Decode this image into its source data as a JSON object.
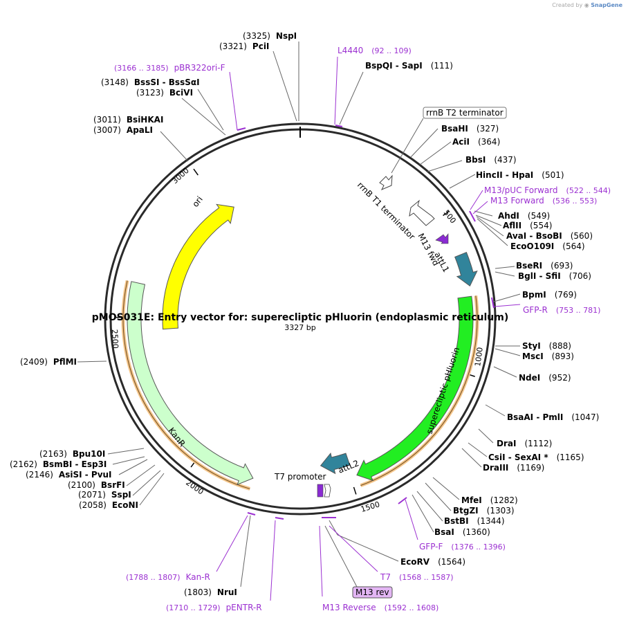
{
  "credit": {
    "prefix": "Created by",
    "brand": "SnapGene"
  },
  "title": "pMOS031E: Entry vector for: superecliptic pHluorin (endoplasmic reticulum)",
  "length_label": "3327 bp",
  "total_bp": 3327,
  "colors": {
    "ring": "#2a2a2a",
    "primer": "#9b30d1",
    "enzyme": "#000000",
    "ori": "#ffff00",
    "kanr": "#ccffcc",
    "gfp": "#22ee22",
    "att": "#31849b",
    "orf_highlight": "#f4c58a",
    "m13fwd_arrow": "#8a2bd2"
  },
  "tick_labels": [
    "500",
    "1000",
    "1500",
    "2000",
    "2500",
    "3000"
  ],
  "ticks": [
    500,
    1000,
    1500,
    2000,
    2500,
    3000
  ],
  "features": [
    {
      "name": "ori",
      "start": 2456,
      "end": 3044,
      "direction": "cw",
      "radius": 188,
      "width": 22,
      "color": "#ffff00",
      "label": "ori"
    },
    {
      "name": "KanR",
      "start": 1816,
      "end": 2611,
      "direction": "ccw",
      "radius": 240,
      "width": 20,
      "color": "#ccffcc",
      "label": "KanR",
      "orf": true
    },
    {
      "name": "superecliptic pHluorin",
      "start": 762,
      "end": 1479,
      "direction": "cw",
      "radius": 240,
      "width": 20,
      "color": "#22ee22",
      "label": "superecliptic pHluorin",
      "orf": true
    },
    {
      "name": "attL1",
      "start": 630,
      "end": 730,
      "direction": "cw",
      "radius": 250,
      "width": 18,
      "color": "#31849b",
      "label": "attL1"
    },
    {
      "name": "attL2",
      "start": 1490,
      "end": 1590,
      "direction": "cw",
      "radius": 214,
      "width": 18,
      "color": "#31849b",
      "label": "attL2"
    }
  ],
  "small_features": [
    {
      "label": "rrnB T1 terminator"
    },
    {
      "label": "T7 promoter"
    },
    {
      "label": "M13 fwd"
    }
  ],
  "enzymes": [
    {
      "name": "NspI",
      "pos": "(3325)"
    },
    {
      "name": "PciI",
      "pos": "(3321)"
    },
    {
      "name": "BspQI  -  SapI",
      "pos": "(111)"
    },
    {
      "name": "BssSI  -  BssSαI",
      "pos": "(3148)"
    },
    {
      "name": "BciVI",
      "pos": "(3123)"
    },
    {
      "name": "BsiHKAI",
      "pos": "(3011)"
    },
    {
      "name": "ApaLI",
      "pos": "(3007)"
    },
    {
      "name": "BsaHI",
      "pos": "(327)"
    },
    {
      "name": "AciI",
      "pos": "(364)"
    },
    {
      "name": "BbsI",
      "pos": "(437)"
    },
    {
      "name": "HincII  -  HpaI",
      "pos": "(501)"
    },
    {
      "name": "AhdI",
      "pos": "(549)"
    },
    {
      "name": "AflII",
      "pos": "(554)"
    },
    {
      "name": "AvaI  -  BsoBI",
      "pos": "(560)"
    },
    {
      "name": "EcoO109I",
      "pos": "(564)"
    },
    {
      "name": "BseRI",
      "pos": "(693)"
    },
    {
      "name": "BglI  -  SfiI",
      "pos": "(706)"
    },
    {
      "name": "BpmI",
      "pos": "(769)"
    },
    {
      "name": "StyI",
      "pos": "(888)"
    },
    {
      "name": "MscI",
      "pos": "(893)"
    },
    {
      "name": "NdeI",
      "pos": "(952)"
    },
    {
      "name": "BsaAI  -  PmlI",
      "pos": "(1047)"
    },
    {
      "name": "DraI",
      "pos": "(1112)"
    },
    {
      "name": "CsiI  -  SexAI *",
      "pos": "(1165)"
    },
    {
      "name": "DraIII",
      "pos": "(1169)"
    },
    {
      "name": "MfeI",
      "pos": "(1282)"
    },
    {
      "name": "BtgZI",
      "pos": "(1303)"
    },
    {
      "name": "BstBI",
      "pos": "(1344)"
    },
    {
      "name": "BsaI",
      "pos": "(1360)"
    },
    {
      "name": "EcoRV",
      "pos": "(1564)"
    },
    {
      "name": "NruI",
      "pos": "(1803)"
    },
    {
      "name": "EcoNI",
      "pos": "(2058)"
    },
    {
      "name": "SspI",
      "pos": "(2071)"
    },
    {
      "name": "BsrFI",
      "pos": "(2100)"
    },
    {
      "name": "AsiSI  -  PvuI",
      "pos": "(2146)"
    },
    {
      "name": "BsmBI  -  Esp3I",
      "pos": "(2162)"
    },
    {
      "name": "Bpu10I",
      "pos": "(2163)"
    },
    {
      "name": "PflMI",
      "pos": "(2409)"
    }
  ],
  "primers": [
    {
      "name": "L4440",
      "pos": "(92 .. 109)"
    },
    {
      "name": "pBR322ori-F",
      "pos": "(3166 .. 3185)"
    },
    {
      "name": "M13/pUC Forward",
      "pos": "(522 .. 544)"
    },
    {
      "name": "M13 Forward",
      "pos": "(536 .. 553)"
    },
    {
      "name": "GFP-R",
      "pos": "(753 .. 781)"
    },
    {
      "name": "GFP-F",
      "pos": "(1376 .. 1396)"
    },
    {
      "name": "T7",
      "pos": "(1568 .. 1587)"
    },
    {
      "name": "M13 Reverse",
      "pos": "(1592 .. 1608)"
    },
    {
      "name": "pENTR-R",
      "pos": "(1710 .. 1729)"
    },
    {
      "name": "Kan-R",
      "pos": "(1788 .. 1807)"
    }
  ],
  "boxed_labels": {
    "rrnB_T2": "rrnB T2 terminator",
    "m13rev": "M13 rev"
  }
}
